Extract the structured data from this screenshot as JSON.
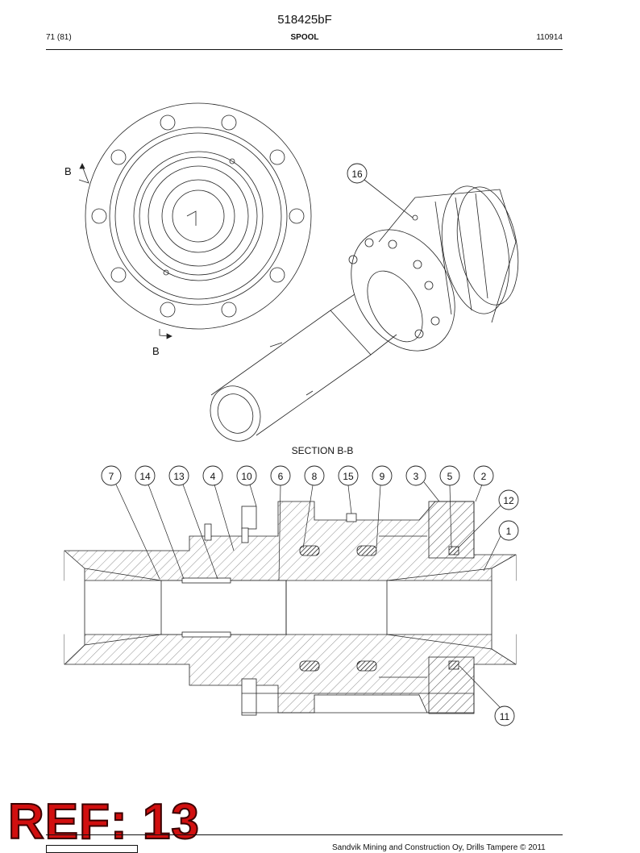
{
  "document": {
    "code": "518425bF",
    "page": "71 (81)",
    "section": "SPOOL",
    "doc_number": "110914",
    "footer": "Sandvik Mining and Construction Oy, Drills Tampere © 2011"
  },
  "drawing": {
    "section_marker": "B",
    "section_title": "SECTION B-B",
    "callouts_top": [
      "7",
      "14",
      "13",
      "4",
      "10",
      "6",
      "8",
      "15",
      "9",
      "3",
      "5",
      "2"
    ],
    "callout_16": "16",
    "callout_12": "12",
    "callout_1": "1",
    "callout_11": "11"
  },
  "stamp": "REF: 13"
}
